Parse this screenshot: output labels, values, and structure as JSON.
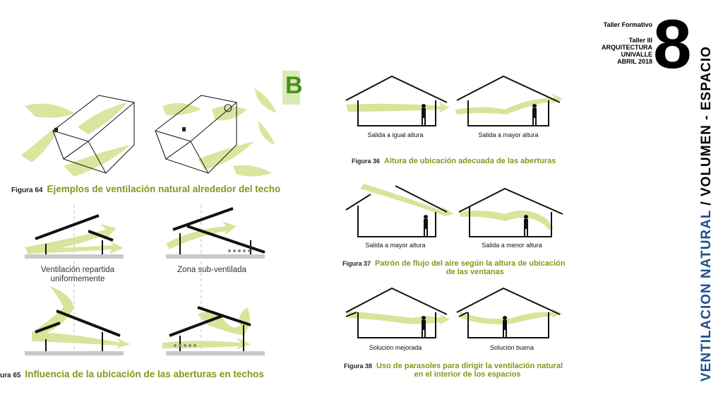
{
  "header": {
    "line1": "Taller Formativo",
    "line2": "Taller III",
    "line3": "ARQUITECTURA",
    "line4": "UNIVALLE",
    "line5": "ABRIL 2018",
    "number": "8"
  },
  "side_title": {
    "part1": "VENTILACION NATURAL",
    "part2": " / VOLUMEN - ESPACIO"
  },
  "badge": "B",
  "left": {
    "fig64": {
      "num": "Figura 64",
      "text": "Ejemplos de ventilación natural alrededor del techo"
    },
    "panel_ventilacion": [
      "Ventilación repartida",
      "uniformemente"
    ],
    "panel_zona": "Zona sub-ventilada",
    "fig65": {
      "num": "ura 65",
      "text": "Influencia de la ubicación de las aberturas en techos"
    }
  },
  "right": {
    "cap_igual": "Salida a igual altura",
    "cap_mayor1": "Salida a mayor altura",
    "fig36": {
      "num": "Figura 36",
      "text": "Altura de ubicación adecuada de las aberturas"
    },
    "cap_mayor2": "Salida a mayor altura",
    "cap_menor": "Salida a menor altura",
    "fig37": {
      "num": "Figura 37",
      "line1": "Patrón de flujo del aire según la altura de ubicación",
      "line2": "de las ventanas"
    },
    "cap_mejorada": "Solución mejorada",
    "cap_buena": "Solución buena",
    "fig38": {
      "num": "Figura 38",
      "line1": "Uso de parasoles para dirigir la ventilación natural",
      "line2": "en el interior de los espacios"
    }
  },
  "colors": {
    "accent_green": "#7f9a1a",
    "flow_green": "#d7e59a",
    "title_blue": "#1f4e8c"
  }
}
